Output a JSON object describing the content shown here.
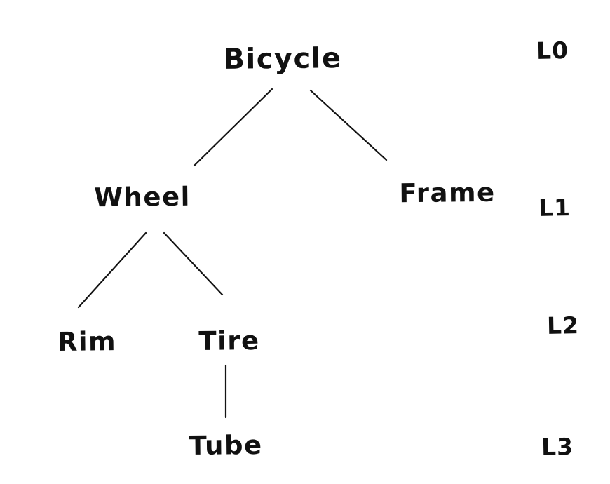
{
  "diagram": {
    "type": "tree",
    "style": "hand-drawn",
    "background_color": "#ffffff",
    "ink_color": "#131313",
    "nodes": [
      {
        "id": "bicycle",
        "label": "Bicycle",
        "level": "L0",
        "parent": null
      },
      {
        "id": "wheel",
        "label": "Wheel",
        "level": "L1",
        "parent": "bicycle"
      },
      {
        "id": "frame",
        "label": "Frame",
        "level": "L1",
        "parent": "bicycle"
      },
      {
        "id": "rim",
        "label": "Rim",
        "level": "L2",
        "parent": "wheel"
      },
      {
        "id": "tire",
        "label": "Tire",
        "level": "L2",
        "parent": "wheel"
      },
      {
        "id": "tube",
        "label": "Tube",
        "level": "L3",
        "parent": "tire"
      }
    ],
    "edges": [
      {
        "from": "Bicycle",
        "to": "Wheel"
      },
      {
        "from": "Bicycle",
        "to": "Frame"
      },
      {
        "from": "Wheel",
        "to": "Rim"
      },
      {
        "from": "Wheel",
        "to": "Tire"
      },
      {
        "from": "Tire",
        "to": "Tube"
      }
    ],
    "level_labels": [
      {
        "label": "L0"
      },
      {
        "label": "L1"
      },
      {
        "label": "L2"
      },
      {
        "label": "L3"
      }
    ]
  }
}
